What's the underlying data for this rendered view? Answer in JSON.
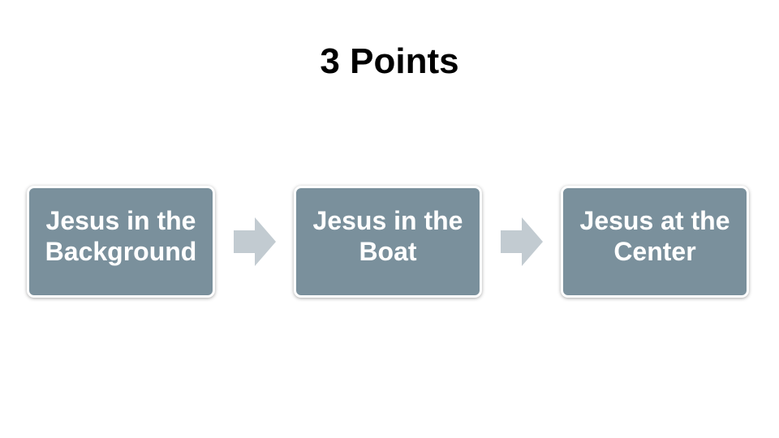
{
  "slide": {
    "title": "3 Points"
  },
  "colors": {
    "background": "#ffffff",
    "box_fill": "#7a909c",
    "box_text": "#ffffff",
    "arrow_fill": "#c2cbd1",
    "title_text": "#000000"
  },
  "process": {
    "steps": [
      {
        "label": "Jesus in the\nBackground"
      },
      {
        "label": "Jesus in the\nBoat"
      },
      {
        "label": "Jesus at the\nCenter"
      }
    ],
    "connector_icon": "right-arrow-icon"
  }
}
